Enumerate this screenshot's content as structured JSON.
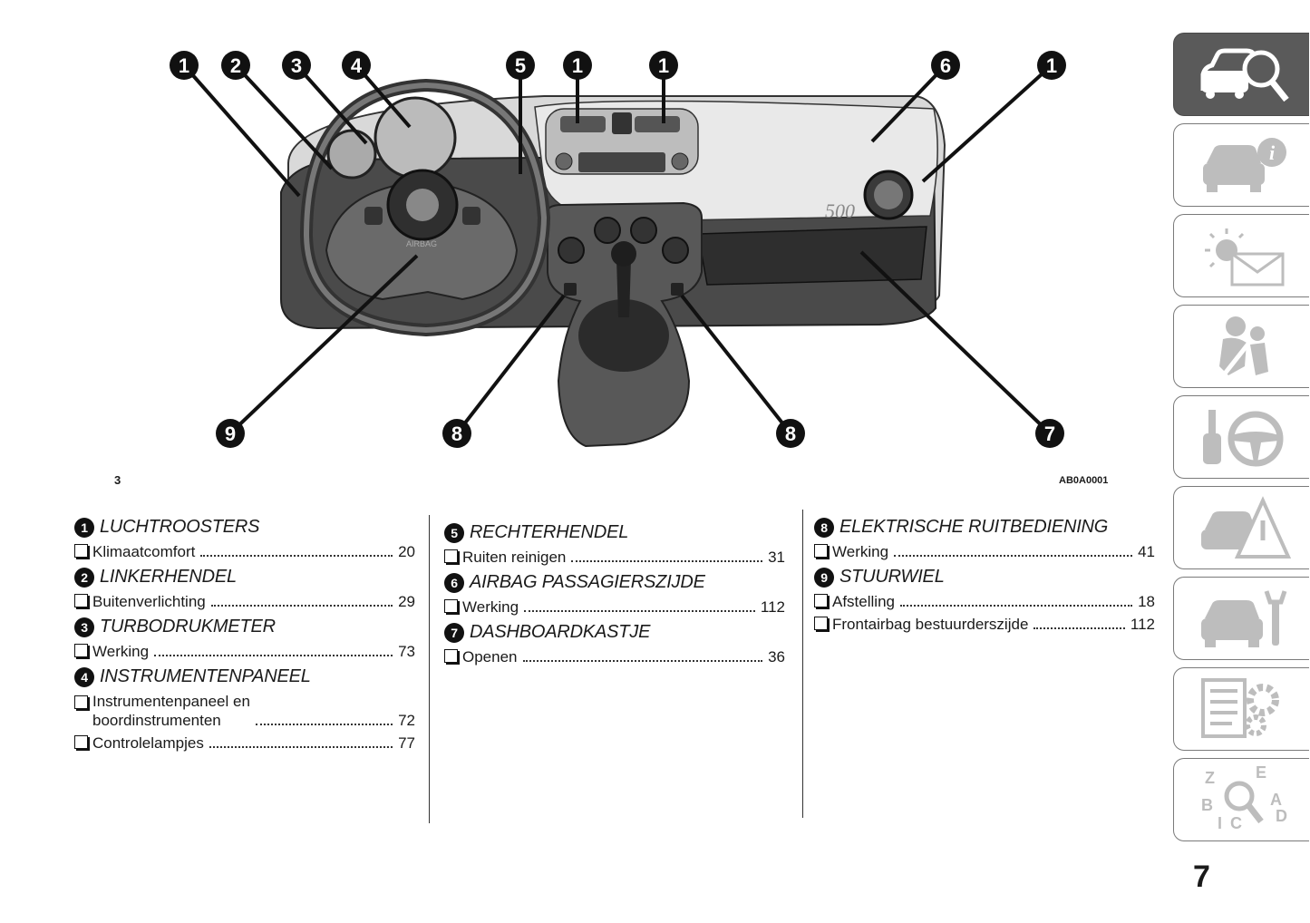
{
  "figure": {
    "number": "3",
    "code": "AB0A0001",
    "callouts": [
      "1",
      "2",
      "3",
      "4",
      "5",
      "1",
      "1",
      "6",
      "1",
      "9",
      "8",
      "8",
      "7"
    ]
  },
  "columns": [
    [
      {
        "num": "1",
        "title": "LUCHTROOSTERS",
        "entries": [
          {
            "label": "Klimaatcomfort",
            "page": "20"
          }
        ]
      },
      {
        "num": "2",
        "title": "LINKERHENDEL",
        "entries": [
          {
            "label": "Buitenverlichting",
            "page": "29"
          }
        ]
      },
      {
        "num": "3",
        "title": "TURBODRUKMETER",
        "entries": [
          {
            "label": "Werking",
            "page": "73"
          }
        ]
      },
      {
        "num": "4",
        "title": "INSTRUMENTENPANEEL",
        "entries": [
          {
            "label": "Instrumentenpaneel en",
            "label2": "boordinstrumenten",
            "page": "72"
          },
          {
            "label": "Controlelampjes",
            "page": "77"
          }
        ]
      }
    ],
    [
      {
        "num": "5",
        "title": "RECHTERHENDEL",
        "entries": [
          {
            "label": "Ruiten reinigen",
            "page": "31"
          }
        ]
      },
      {
        "num": "6",
        "title": "AIRBAG PASSAGIERSZIJDE",
        "entries": [
          {
            "label": "Werking",
            "page": "112"
          }
        ]
      },
      {
        "num": "7",
        "title": "DASHBOARDKASTJE",
        "entries": [
          {
            "label": "Openen",
            "page": "36"
          }
        ]
      }
    ],
    [
      {
        "num": "8",
        "title": "ELEKTRISCHE RUITBEDIENING",
        "entries": [
          {
            "label": "Werking",
            "page": "41"
          }
        ]
      },
      {
        "num": "9",
        "title": "STUURWIEL",
        "entries": [
          {
            "label": "Afstelling",
            "page": "18"
          },
          {
            "label": "Frontairbag bestuurderszijde",
            "page": "112"
          }
        ]
      }
    ]
  ],
  "tabs": [
    {
      "icon": "car-inspection-icon",
      "active": true
    },
    {
      "icon": "car-info-icon",
      "active": false
    },
    {
      "icon": "warning-light-message-icon",
      "active": false
    },
    {
      "icon": "seatbelt-airbag-icon",
      "active": false
    },
    {
      "icon": "key-steering-wheel-icon",
      "active": false
    },
    {
      "icon": "car-emergency-icon",
      "active": false
    },
    {
      "icon": "car-maintenance-icon",
      "active": false
    },
    {
      "icon": "technical-data-icon",
      "active": false
    },
    {
      "icon": "alphabetical-index-icon",
      "active": false
    }
  ],
  "page_number": "7",
  "colors": {
    "ink": "#111111",
    "tab_active": "#5a5a5a",
    "tab_border": "#7a7a7a"
  }
}
